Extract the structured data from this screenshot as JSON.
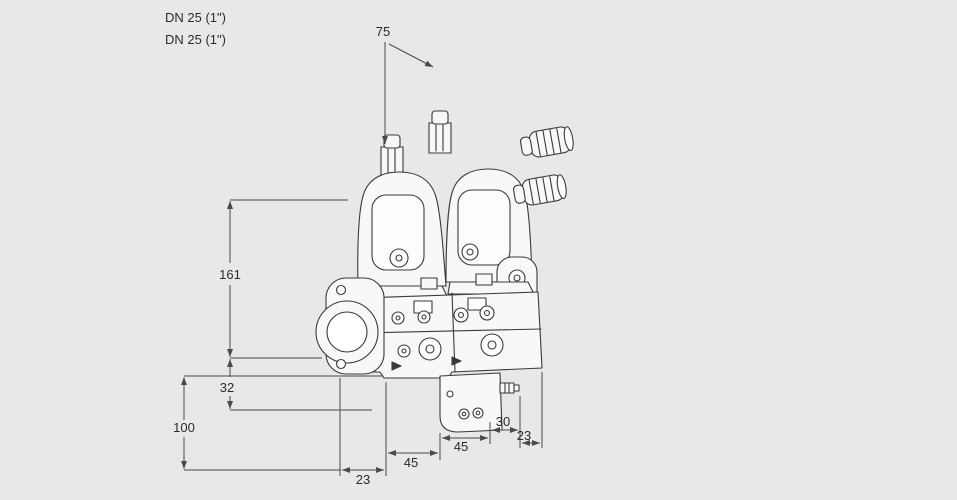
{
  "page": {
    "background_color": "#e8e8e8"
  },
  "drawing": {
    "line_color": "#3a3a3a",
    "dimension_line_color": "#4a4a4a",
    "label_color": "#2b2b2b",
    "connection_labels": [
      "DN 25 (1\")",
      "DN 25 (1\")"
    ]
  },
  "dimensions": {
    "top_span": "75",
    "height_upper": "161",
    "height_lower": "32",
    "height_total": "100",
    "bottom_1": "23",
    "bottom_2": "45",
    "bottom_3": "45",
    "bottom_4": "30",
    "bottom_5": "23"
  }
}
